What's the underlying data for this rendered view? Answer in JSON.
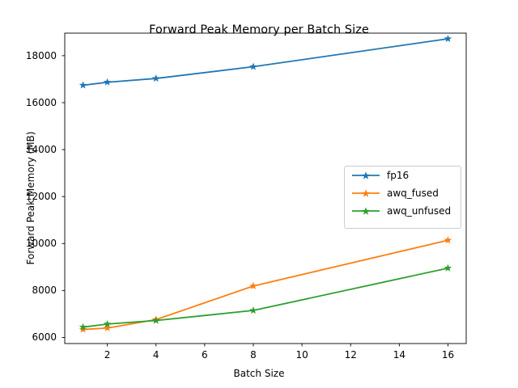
{
  "chart_data": {
    "type": "line",
    "title": "Forward Peak Memory per Batch Size",
    "xlabel": "Batch Size",
    "ylabel": "Forward Peak Memory (MB)",
    "x": [
      1,
      2,
      4,
      8,
      16
    ],
    "xlim": [
      0.25,
      16.75
    ],
    "ylim": [
      5740,
      18960
    ],
    "xticks": [
      2,
      4,
      6,
      8,
      10,
      12,
      14,
      16
    ],
    "xtick_labels": [
      "2",
      "4",
      "6",
      "8",
      "10",
      "12",
      "14",
      "16"
    ],
    "yticks": [
      6000,
      8000,
      10000,
      12000,
      14000,
      16000,
      18000
    ],
    "ytick_labels": [
      "6000",
      "8000",
      "10000",
      "12000",
      "14000",
      "16000",
      "18000"
    ],
    "grid": false,
    "marker": "star",
    "legend_position": "center right",
    "series": [
      {
        "name": "fp16",
        "color": "#1f77b4",
        "values": [
          16740,
          16870,
          17030,
          17530,
          18720
        ]
      },
      {
        "name": "awq_fused",
        "color": "#ff7f0e",
        "values": [
          6340,
          6400,
          6760,
          8190,
          10140
        ]
      },
      {
        "name": "awq_unfused",
        "color": "#2ca02c",
        "values": [
          6440,
          6570,
          6720,
          7150,
          8950
        ]
      }
    ]
  },
  "legend": {
    "items": [
      {
        "label": "fp16"
      },
      {
        "label": "awq_fused"
      },
      {
        "label": "awq_unfused"
      }
    ]
  }
}
